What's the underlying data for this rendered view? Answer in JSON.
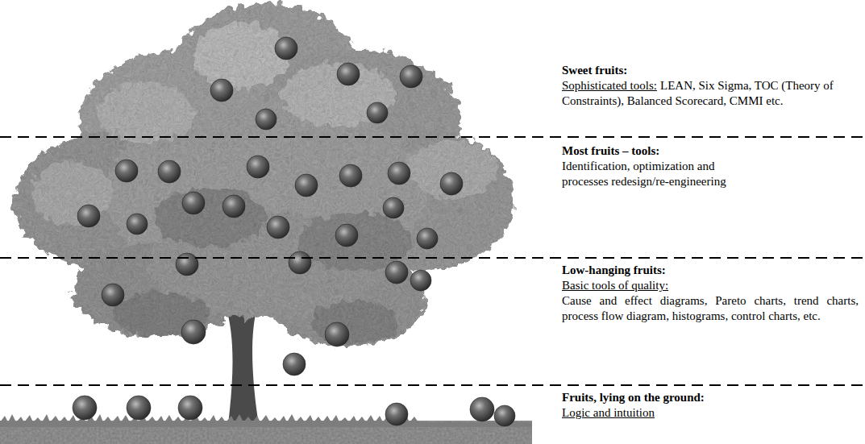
{
  "diagram": {
    "labels": [
      "Sweet fruits:",
      "Sophisticated tools:",
      "LEAN, Six Sigma, TOC (Theory of Constraints), Balanced Scorecard, CMMI etc.",
      "Most fruits – tools:",
      "Identification, optimization and processes redesign/re-engineering",
      "Low-hanging fruits:",
      "Basic tools of quality:",
      "Cause and effect diagrams, Pareto charts, trend charts, process flow diagram, histograms, control charts, etc.",
      "Fruits, lying on the ground:",
      "Logic and intuition"
    ]
  }
}
